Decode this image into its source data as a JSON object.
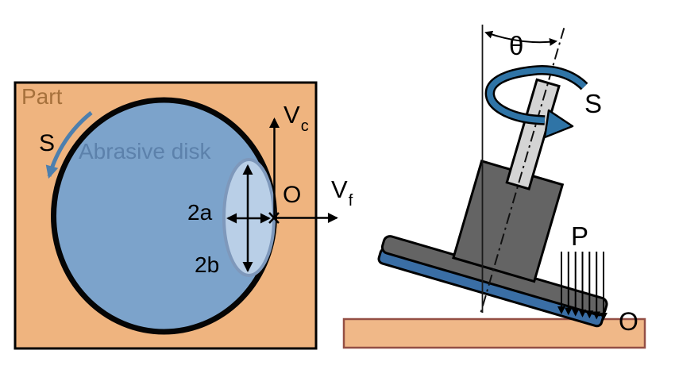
{
  "figure": {
    "left": {
      "part_label": "Part",
      "spin_label": "S",
      "disk_label": "Abrasive disk",
      "width_label": "2a",
      "height_label": "2b",
      "origin_label": "O",
      "cutting_velocity": {
        "main": "V",
        "sub": "c"
      },
      "feed_velocity": {
        "main": "V",
        "sub": "f"
      }
    },
    "right": {
      "angle_label": "θ",
      "spin_label": "S",
      "pressure_label": "P",
      "contact_label": "O"
    },
    "colors": {
      "part_fill": "#efb47f",
      "part_text": "#a6713c",
      "disk_fill": "#7ca3cb",
      "disk_text": "#5c81ab",
      "contact_fill": "#b9cfe7",
      "contact_stroke": "#7e98bb",
      "arrow_blue": "#4d7fae",
      "band_blue": "#2f74a6",
      "tool_gray": "#646464",
      "shaft_gray": "#d4d4d4",
      "pad_blue": "#3a6ea5",
      "workpiece_fill": "#f0b888",
      "workpiece_stroke": "#944f44"
    }
  }
}
